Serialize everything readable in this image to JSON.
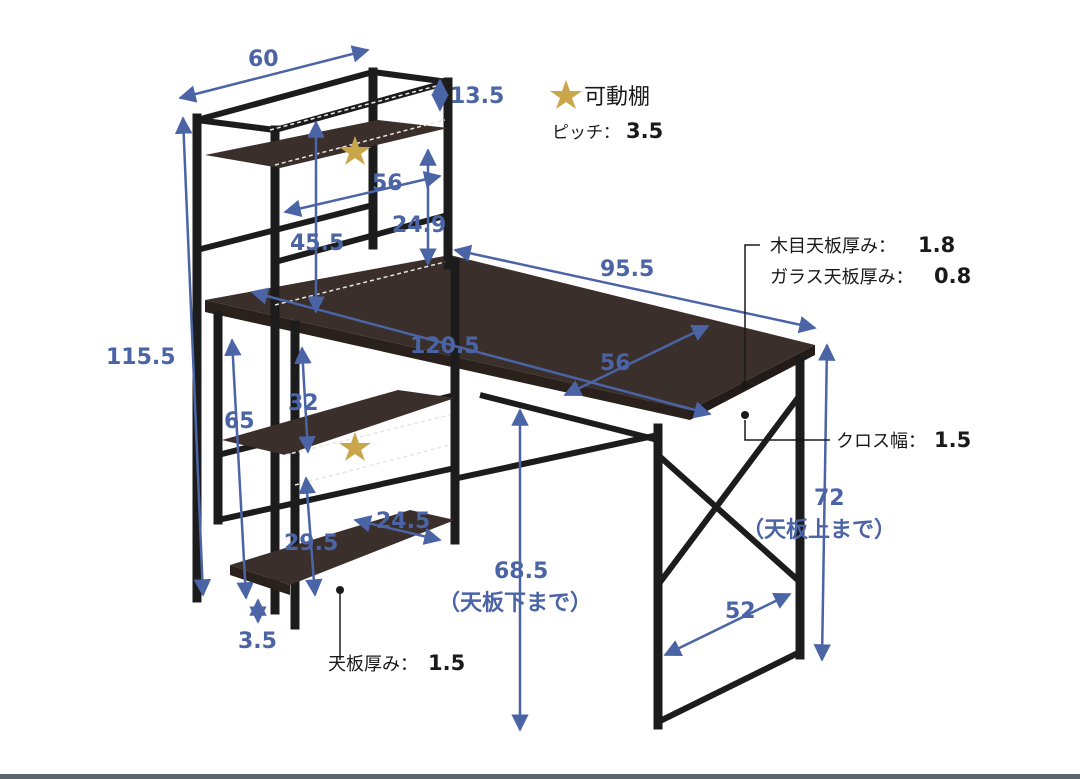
{
  "legend": {
    "star_label": "可動棚",
    "pitch_label": "ピッチ：",
    "pitch_value": "3.5"
  },
  "dimensions": {
    "top_width": "60",
    "top_gap": "13.5",
    "shelf_depth_top": "56",
    "upper_gap": "24.9",
    "upper_height": "45.5",
    "total_height": "115.5",
    "desk_width": "120.5",
    "desk_depth": "95.5",
    "desk_inner_depth": "56",
    "lower_height": "65",
    "lower_gap": "32",
    "bottom_gap": "29.5",
    "bottom_shelf_depth": "24.5",
    "foot_height": "3.5",
    "under_desk_height": "68.5",
    "under_desk_note": "（天板下まで）",
    "desk_height": "72",
    "desk_height_note": "（天板上まで）",
    "leg_depth": "52"
  },
  "callouts": {
    "wood_top_label": "木目天板厚み：",
    "wood_top_value": "1.8",
    "glass_top_label": "ガラス天板厚み：",
    "glass_top_value": "0.8",
    "cross_label": "クロス幅：",
    "cross_value": "1.5",
    "shelf_thickness_label": "天板厚み：",
    "shelf_thickness_value": "1.5"
  },
  "colors": {
    "dimension": "#4a64a6",
    "frame": "#1c1c1c",
    "wood_top": "#3a2f2a",
    "wood_edge": "#2a211d",
    "star": "#c9a64a"
  }
}
